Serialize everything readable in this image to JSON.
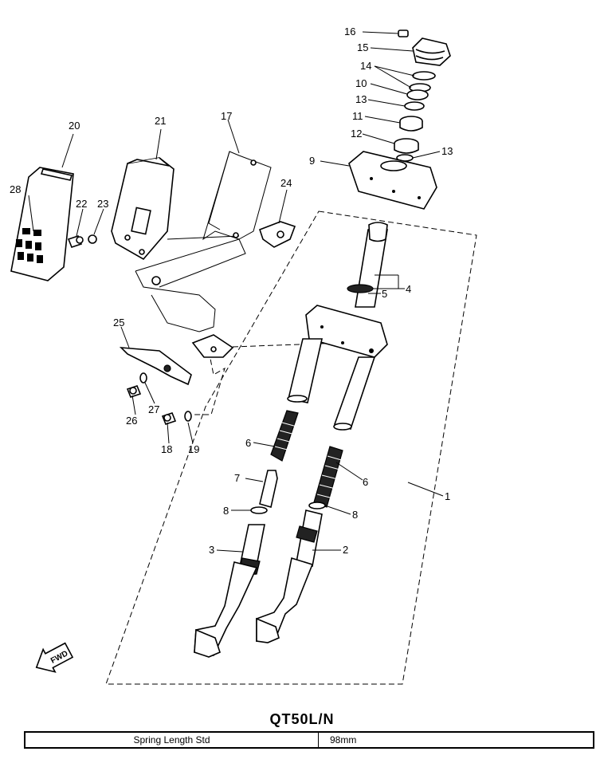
{
  "diagram": {
    "callouts": [
      {
        "id": "c1",
        "text": "1"
      },
      {
        "id": "c2",
        "text": "2"
      },
      {
        "id": "c3",
        "text": "3"
      },
      {
        "id": "c4",
        "text": "4"
      },
      {
        "id": "c5",
        "text": "5"
      },
      {
        "id": "c6a",
        "text": "6"
      },
      {
        "id": "c6b",
        "text": "6"
      },
      {
        "id": "c7",
        "text": "7"
      },
      {
        "id": "c8a",
        "text": "8"
      },
      {
        "id": "c8b",
        "text": "8"
      },
      {
        "id": "c9",
        "text": "9"
      },
      {
        "id": "c10",
        "text": "10"
      },
      {
        "id": "c11",
        "text": "11"
      },
      {
        "id": "c12",
        "text": "12"
      },
      {
        "id": "c13a",
        "text": "13"
      },
      {
        "id": "c13b",
        "text": "13"
      },
      {
        "id": "c14",
        "text": "14"
      },
      {
        "id": "c15",
        "text": "15"
      },
      {
        "id": "c16",
        "text": "16"
      },
      {
        "id": "c17",
        "text": "17"
      },
      {
        "id": "c18",
        "text": "18"
      },
      {
        "id": "c19",
        "text": "19"
      },
      {
        "id": "c20",
        "text": "20"
      },
      {
        "id": "c21",
        "text": "21"
      },
      {
        "id": "c22",
        "text": "22"
      },
      {
        "id": "c23",
        "text": "23"
      },
      {
        "id": "c24",
        "text": "24"
      },
      {
        "id": "c25",
        "text": "25"
      },
      {
        "id": "c26",
        "text": "26"
      },
      {
        "id": "c27",
        "text": "27"
      },
      {
        "id": "c28",
        "text": "28"
      }
    ],
    "fwd_label": "FWD"
  },
  "model": "QT50L/N",
  "spec_table": {
    "label": "Spring Length Std",
    "value": "98mm"
  }
}
